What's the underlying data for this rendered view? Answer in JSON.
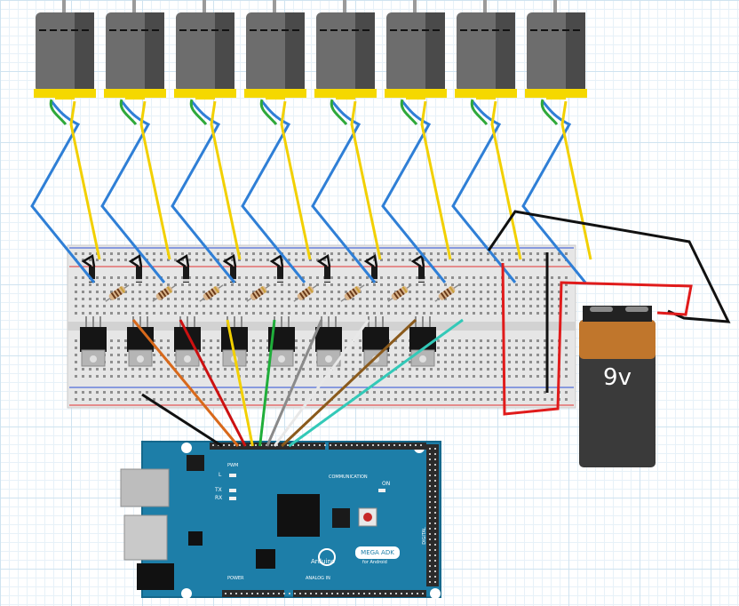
{
  "battery": {
    "label": "9v",
    "colors": {
      "top": "#c0762c",
      "body": "#3a3a3a",
      "cap": "#222222"
    }
  },
  "arduino": {
    "logo_text": "Arduino",
    "model_badge": "MEGA ADK",
    "model_sub": "for Android",
    "section_pwm": "PWM",
    "section_communication": "COMMUNICATION",
    "section_analog": "ANALOG IN",
    "section_digital": "DIGITAL",
    "section_power": "POWER",
    "led_tx": "TX",
    "led_rx": "RX",
    "led_l": "L",
    "led_on": "ON",
    "colors": {
      "board": "#1d7ea8",
      "header": "#2b2b2b"
    }
  },
  "motors": {
    "count": 8,
    "colors": {
      "can": "#6d6d6d",
      "can_dark": "#4a4a4a",
      "band": "#f5d800"
    }
  },
  "transistor_count": 8,
  "wire_colors": {
    "blue": "#2f7fd6",
    "yellow": "#f2d000",
    "green": "#2fa83a",
    "black": "#111111",
    "red": "#e01b1b",
    "signal": [
      "#111111",
      "#d8691b",
      "#cc1111",
      "#f2d000",
      "#1fae3a",
      "#8a8a8a",
      "#e8e8e8",
      "#8a5a1c",
      "#33c9b8"
    ]
  }
}
